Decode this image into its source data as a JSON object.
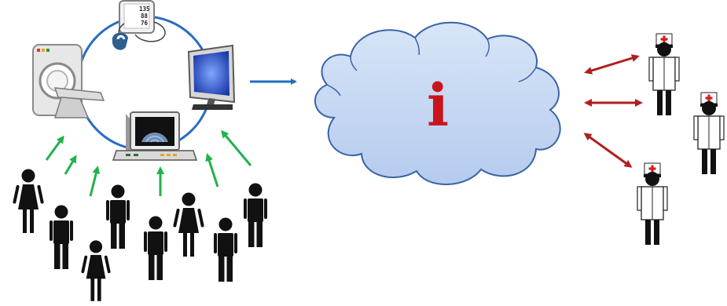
{
  "devices": {
    "bp_monitor": {
      "readings": [
        "135",
        "88",
        "76"
      ]
    }
  },
  "cloud": {
    "symbol": "i"
  },
  "icons": {
    "mri": "mri-scanner-icon",
    "bp": "blood-pressure-monitor-icon",
    "monitor": "computer-monitor-icon",
    "ultrasound": "ultrasound-machine-icon",
    "cloud": "information-cloud-icon",
    "patients": "patient-figure-icon",
    "doctors": "doctor-figure-icon"
  },
  "colors": {
    "ring": "#2b6cc4",
    "patient_arrow": "#22b24c",
    "flow_arrow": "#1f6fbf",
    "doctor_arrow": "#b21e1e",
    "cloud_fill": "#c8d9f3",
    "cloud_stroke": "#3a64a8",
    "info_symbol": "#c8151b",
    "cross": "#d42020"
  }
}
